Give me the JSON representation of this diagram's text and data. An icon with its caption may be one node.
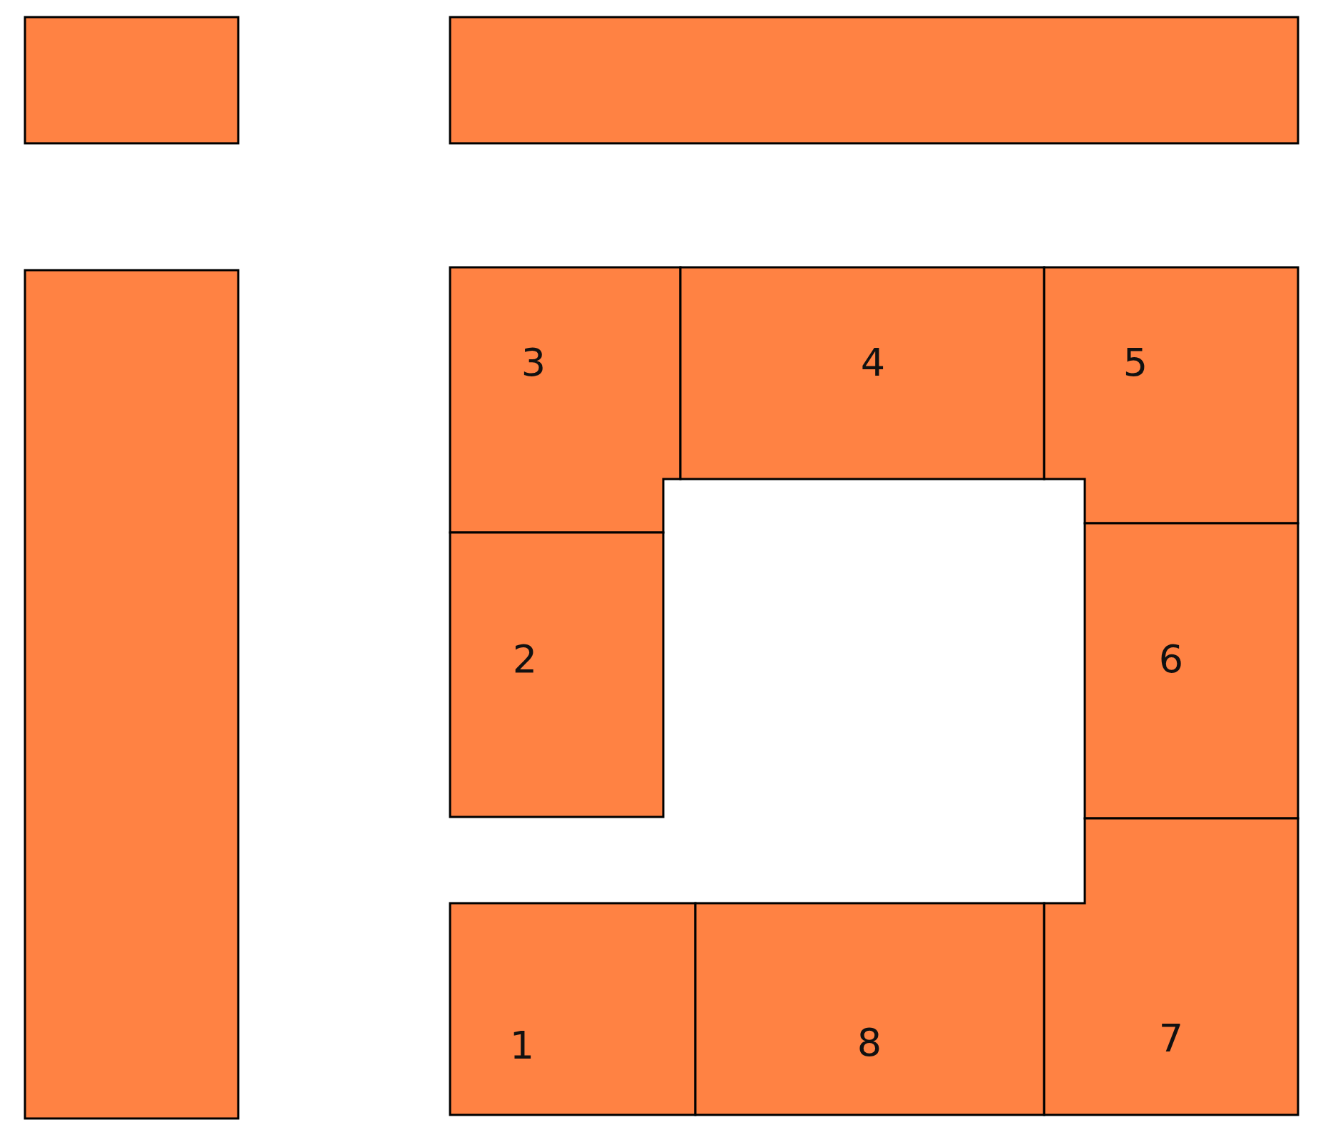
{
  "diagram": {
    "nodes": [
      {
        "text": [],
        "shape": "box"
      },
      {
        "text": [],
        "shape": "box"
      },
      {
        "text": [],
        "shape": "box"
      },
      {
        "text": [
          "3"
        ]
      },
      {
        "text": [
          "4"
        ]
      },
      {
        "text": [
          "5"
        ]
      },
      {
        "text": [
          "2"
        ]
      },
      {
        "text": [
          "6"
        ]
      },
      {
        "text": [
          "1"
        ]
      },
      {
        "text": [
          "8"
        ]
      },
      {
        "text": [
          "7"
        ]
      }
    ]
  }
}
